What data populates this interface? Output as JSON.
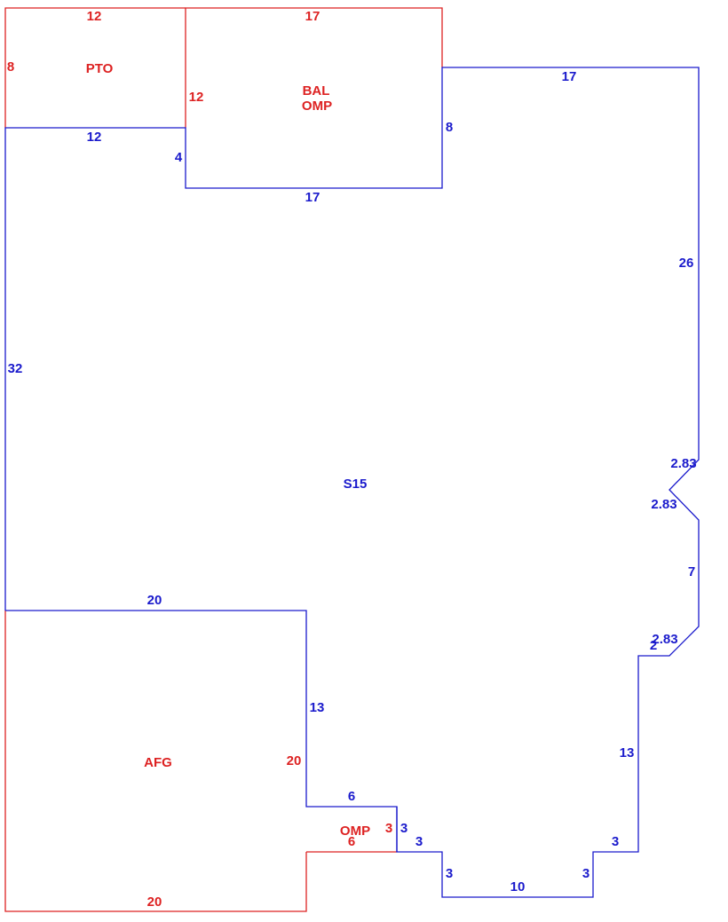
{
  "colors": {
    "main": "#1a1acc",
    "addition": "#dd2222",
    "background": "#ffffff"
  },
  "areas": {
    "main": {
      "code": "S15"
    },
    "pto": {
      "code": "PTO"
    },
    "bal": {
      "code_line1": "BAL",
      "code_line2": "OMP"
    },
    "afg": {
      "code": "AFG"
    },
    "omp": {
      "code": "OMP"
    }
  },
  "dimensions": {
    "pto_top": "12",
    "pto_left": "8",
    "pto_bottom": "12",
    "bal_top": "17",
    "bal_left": "12",
    "bal_right": "8",
    "bal_bottom": "17",
    "notch_left": "4",
    "main_top_right": "17",
    "main_right": "26",
    "main_left": "32",
    "diag_1": "2.83",
    "diag_2": "2.83",
    "right_mid": "7",
    "diag_3": "2.83",
    "step_small": "2",
    "right_lower": "13",
    "step_right": "3",
    "bottom_right_rise": "3",
    "bottom": "10",
    "bottom_left_rise": "3",
    "step_left": "3",
    "omp_right_main": "3",
    "omp_right": "3",
    "omp_top": "6",
    "omp_bottom": "6",
    "afg_top": "20",
    "afg_right_main": "13",
    "afg_right": "20",
    "afg_bottom": "20"
  }
}
